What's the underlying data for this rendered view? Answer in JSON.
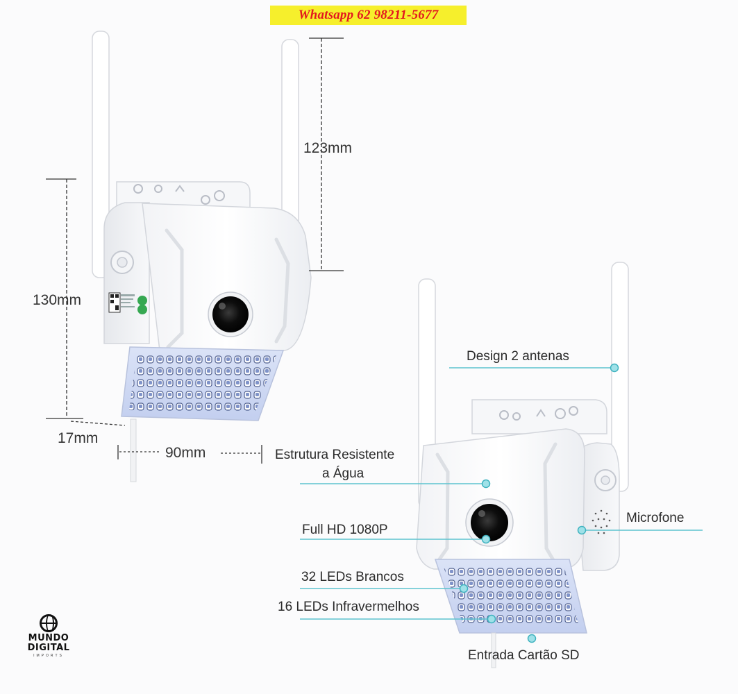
{
  "banner": {
    "text": "Whatsapp 62 98211-5677",
    "bg": "#f6ef2c",
    "color": "#e3171f"
  },
  "dimensions": {
    "antenna_height": "123mm",
    "body_height": "130mm",
    "depth": "17mm",
    "width": "90mm"
  },
  "features": {
    "antennas": "Design 2 antenas",
    "water_line1": "Estrutura Resistente",
    "water_line2": "a Água",
    "fullhd": "Full HD 1080P",
    "white_leds": "32 LEDs Brancos",
    "ir_leds": "16 LEDs Infravermelhos",
    "microphone": "Microfone",
    "sd_slot": "Entrada Cartão SD"
  },
  "logo": {
    "line1": "MUNDO",
    "line2": "DIGITAL",
    "line3": "IMPORTS"
  },
  "colors": {
    "callout": "#5cc3cf",
    "led_panel": "#cfd9f2"
  }
}
